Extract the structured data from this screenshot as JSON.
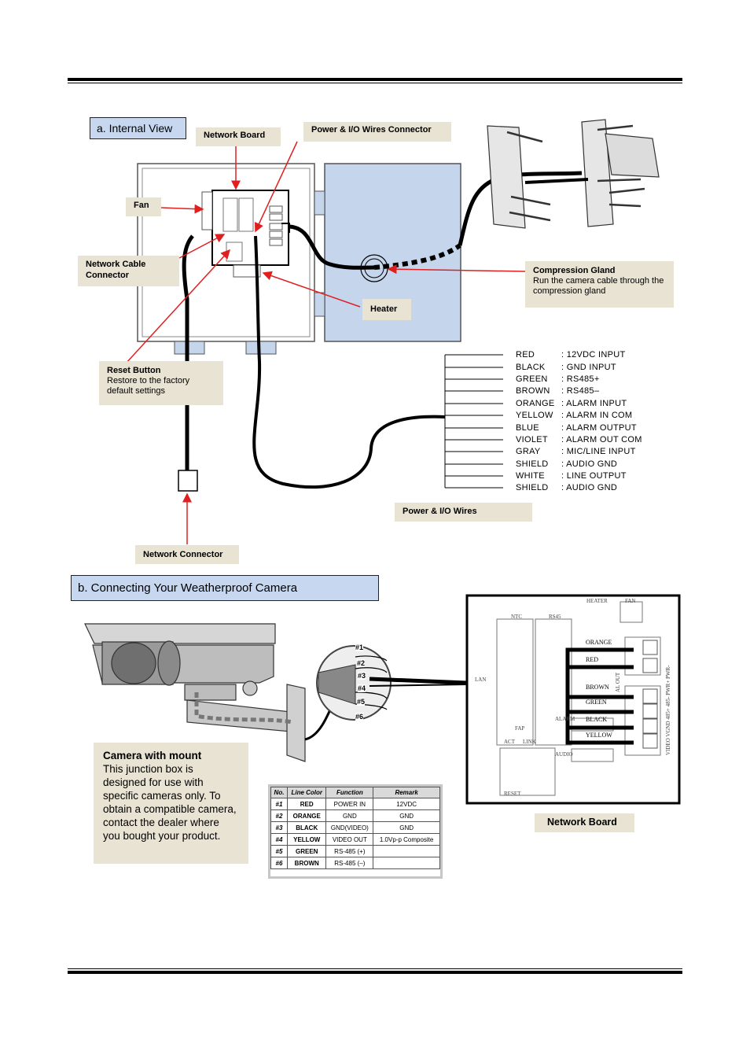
{
  "section_a": {
    "title": "a. Internal View"
  },
  "section_b": {
    "title": "b. Connecting Your Weatherproof Camera"
  },
  "callouts": {
    "network_board": "Network Board",
    "power_io_connector": "Power & I/O Wires Connector",
    "fan": "Fan",
    "network_cable_connector": "Network Cable Connector",
    "heater": "Heater",
    "compression_gland_title": "Compression Gland",
    "compression_gland_desc": "Run the camera cable through the compression gland",
    "reset_title": "Reset Button",
    "reset_desc": "Restore to the factory default settings",
    "power_io_wires": "Power & I/O Wires",
    "network_connector": "Network Connector",
    "network_board_b": "Network Board"
  },
  "wires": [
    {
      "color": "RED",
      "function": ": 12VDC INPUT"
    },
    {
      "color": "BLACK",
      "function": ": GND INPUT"
    },
    {
      "color": "GREEN",
      "function": ": RS485+"
    },
    {
      "color": "BROWN",
      "function": ": RS485–"
    },
    {
      "color": "ORANGE",
      "function": ": ALARM INPUT"
    },
    {
      "color": "YELLOW",
      "function": ": ALARM IN COM"
    },
    {
      "color": "BLUE",
      "function": ": ALARM OUTPUT"
    },
    {
      "color": "VIOLET",
      "function": ": ALARM OUT COM"
    },
    {
      "color": "GRAY",
      "function": ": MIC/LINE INPUT"
    },
    {
      "color": "SHIELD",
      "function": ": AUDIO GND"
    },
    {
      "color": "WHITE",
      "function": ": LINE OUTPUT"
    },
    {
      "color": "SHIELD",
      "function": ": AUDIO GND"
    }
  ],
  "connector_pins": [
    "#1",
    "#2",
    "#3",
    "#4",
    "#5",
    "#6"
  ],
  "board": {
    "heater": "HEATER",
    "fan": "FAN",
    "lan": "LAN",
    "ntc": "NTC",
    "rs485": "RS45",
    "reset": "RESET",
    "audio": "AUDIO",
    "alarm": "ALARM",
    "act": "ACT",
    "link": "LINK",
    "fap": "FAP",
    "side_right": "VIDEO VGND 485+ 485- PWR+ PWR-",
    "side_left": "AL OUT",
    "terminals": [
      "ORANGE",
      "RED",
      "BROWN",
      "GREEN",
      "BLACK",
      "YELLOW"
    ]
  },
  "mount": {
    "title": "Camera with mount",
    "text": "This junction box is designed for use with specific cameras only. To obtain a compatible camera, contact the dealer where you bought your product."
  },
  "pin_table": {
    "headers": [
      "No.",
      "Line Color",
      "Function",
      "Remark"
    ],
    "rows": [
      [
        "#1",
        "RED",
        "POWER IN",
        "12VDC"
      ],
      [
        "#2",
        "ORANGE",
        "GND",
        "GND"
      ],
      [
        "#3",
        "BLACK",
        "GND(VIDEO)",
        "GND"
      ],
      [
        "#4",
        "YELLOW",
        "VIDEO OUT",
        "1.0Vp-p Composite"
      ],
      [
        "#5",
        "GREEN",
        "RS-485 (+)",
        ""
      ],
      [
        "#6",
        "BROWN",
        "RS-485 (–)",
        ""
      ]
    ]
  },
  "colors": {
    "section_bg": "#c7d7ef",
    "callout_bg": "#e8e3d3",
    "arrow": "#e02020",
    "box_bg": "#c5d5ec"
  }
}
